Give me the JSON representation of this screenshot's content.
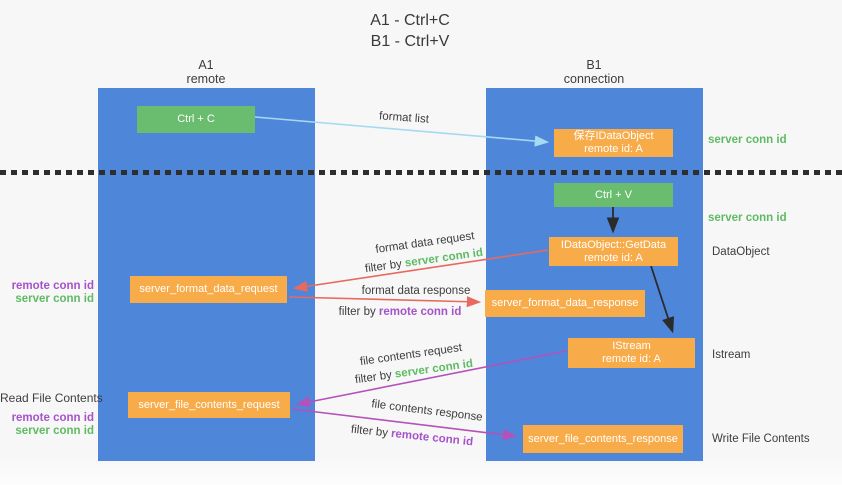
{
  "title": {
    "line1": "A1 - Ctrl+C",
    "line2": "B1 - Ctrl+V"
  },
  "columns": {
    "left": {
      "name": "A1",
      "role": "remote"
    },
    "right": {
      "name": "B1",
      "role": "connection"
    }
  },
  "boxes": {
    "ctrl_c": "Ctrl + C",
    "save_dataobject_line1": "保存IDataObject",
    "save_dataobject_line2": "remote id: A",
    "ctrl_v": "Ctrl + V",
    "getdata_line1": "IDataObject::GetData",
    "getdata_line2": "remote id: A",
    "format_request": "server_format_data_request",
    "format_response": "server_format_data_response",
    "istream_line1": "IStream",
    "istream_line2": "remote id: A",
    "file_request": "server_file_contents_request",
    "file_response": "server_file_contents_response"
  },
  "arrow_labels": {
    "format_list": "format list",
    "format_data_request": "format data request",
    "format_data_response": "format data response",
    "file_contents_request": "file contents request",
    "file_contents_response": "file contents response",
    "filter_by": "filter by ",
    "server_conn_id": "server conn id",
    "remote_conn_id": "remote conn id"
  },
  "side_labels": {
    "server_conn_id": "server conn id",
    "remote_conn_id": "remote conn id",
    "dataobject": "DataObject",
    "istream": "Istream",
    "read_file_contents": "Read File Contents",
    "write_file_contents": "Write File Contents"
  },
  "colors": {
    "lifeline_blue": "#4e86d9",
    "box_green": "#6abd6e",
    "box_orange": "#f8ab49",
    "arrow_lightblue": "#a6d9f2",
    "arrow_red": "#e8695e",
    "arrow_magenta": "#b551ba",
    "arrow_black": "#2b2b2b",
    "text_green": "#5fbb63",
    "text_purple": "#a653c8",
    "text_dark": "#3d3d3d",
    "background": "#f7f7f8"
  }
}
